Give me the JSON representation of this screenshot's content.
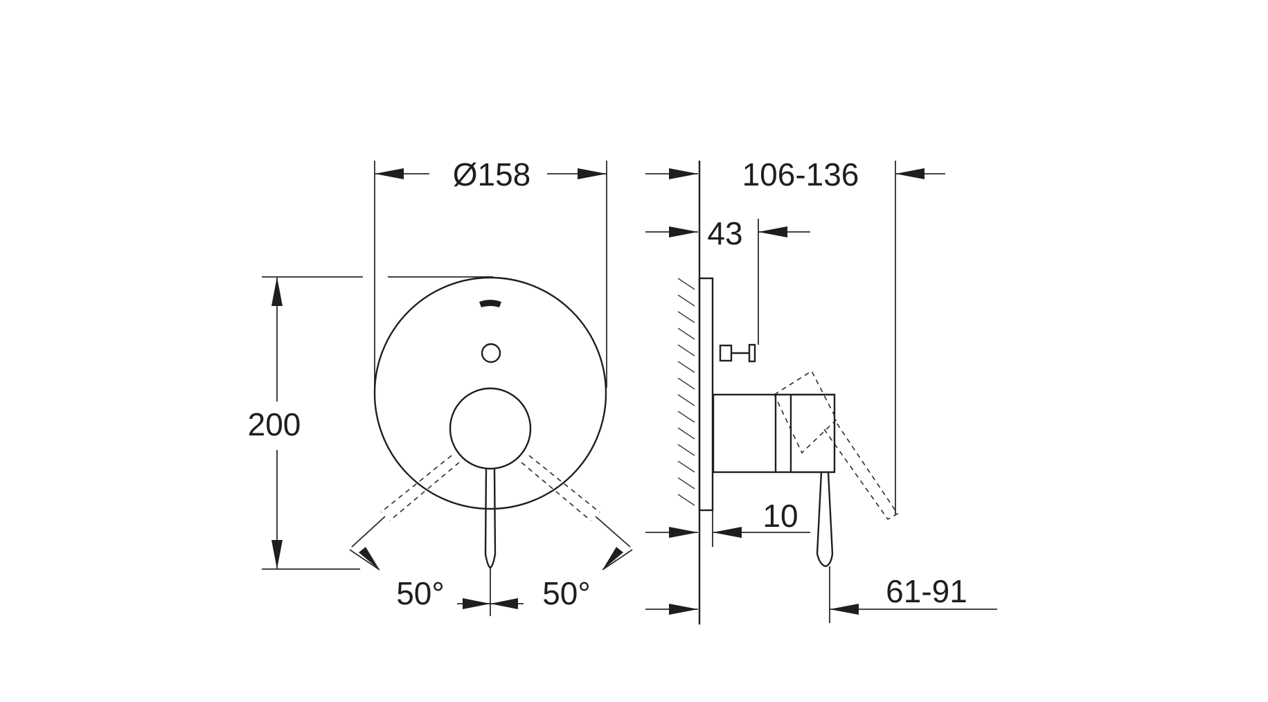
{
  "dimensions": {
    "diameter": "Ø158",
    "height": "200",
    "total_depth": "106-136",
    "stem_depth": "43",
    "offset": "10",
    "lever_depth": "61-91",
    "angle_left": "50°",
    "angle_right": "50°"
  }
}
